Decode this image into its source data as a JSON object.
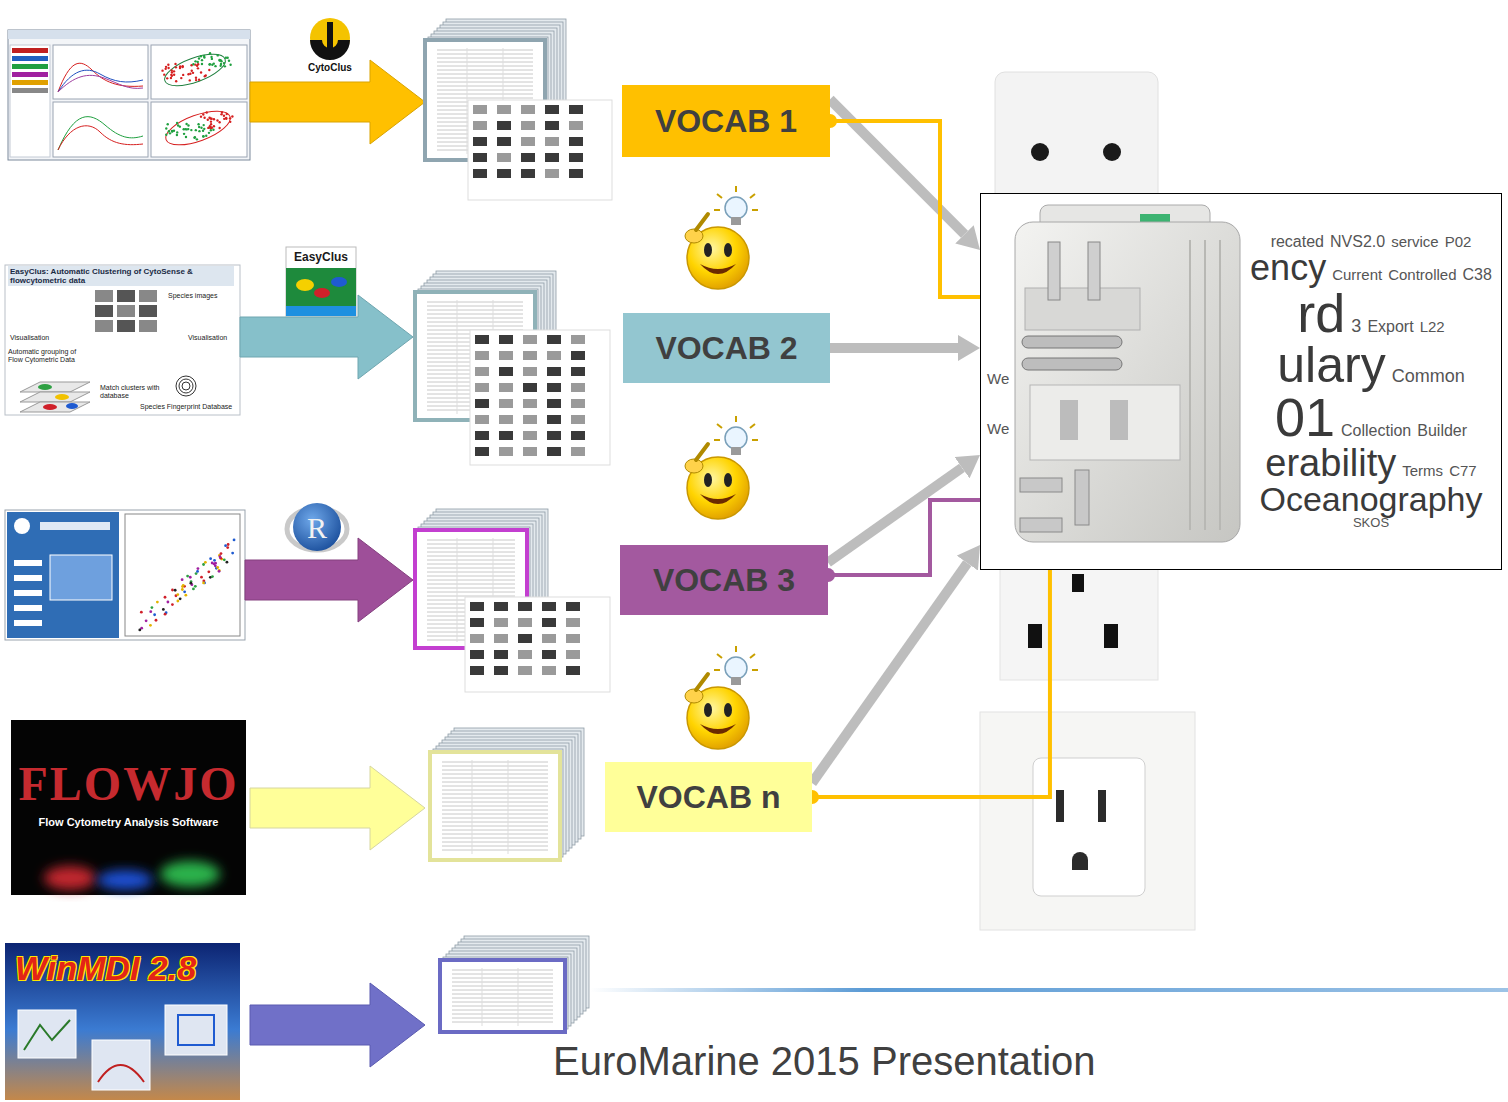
{
  "diagram": {
    "nodes": [
      {
        "text": [
          "VOCAB 1"
        ]
      },
      {
        "text": [
          "We",
          "We",
          "recated",
          "NVS2.0",
          "service",
          "P02",
          "ency",
          "Current",
          "Controlled",
          "C38",
          "rd",
          "3",
          "Export",
          "L22",
          "ulary",
          "Common",
          "01",
          "Collection",
          "Builder",
          "erability",
          "Terms",
          "C77",
          "Oceanography",
          "SKOS"
        ]
      },
      {
        "text": [
          "EasyClus"
        ]
      },
      {
        "text": [
          "VOCAB 2"
        ]
      },
      {
        "text": [
          "VOCAB 3"
        ]
      },
      {
        "text": [
          "FLOWJO",
          "Flow Cytometry Analysis Software"
        ]
      },
      {
        "text": [
          "VOCAB n"
        ]
      },
      {
        "text": [
          "WinMDI 2.8"
        ]
      }
    ],
    "edges": [
      {
        "from": 0,
        "to": 1,
        "arrow": "to"
      },
      {
        "from": 0,
        "to": 1,
        "arrow": "none"
      },
      {
        "from": 3,
        "to": 1,
        "arrow": "to"
      },
      {
        "from": 4,
        "to": 1,
        "arrow": "to"
      },
      {
        "from": 4,
        "to": 1,
        "arrow": "none"
      },
      {
        "from": 6,
        "to": 1,
        "arrow": "to"
      },
      {
        "from": 6,
        "to": 1,
        "arrow": "none"
      }
    ],
    "labels": [
      "CytoClus",
      "EasyClus: Automatic Clustering of CytoSense & flowcytometric data",
      "Species images",
      "Visualisation",
      "Visualisation",
      "Automatic grouping of Flow Cytometric Data",
      "Match clusters with database",
      "Species Fingerprint Database",
      "R",
      "EuroMarine 2015 Presentation"
    ]
  }
}
